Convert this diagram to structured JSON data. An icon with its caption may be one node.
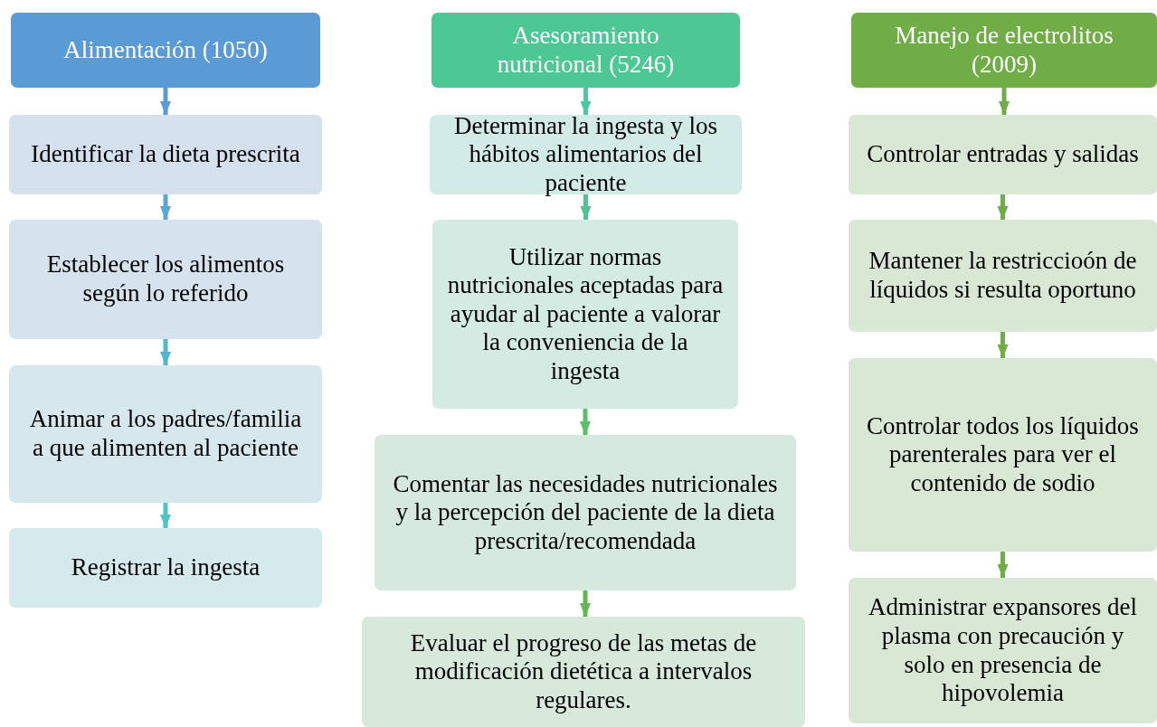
{
  "diagram": {
    "nodes": [
      {
        "text": [
          "Alimentación (1050)"
        ]
      },
      {
        "text": [
          "Identificar la dieta prescrita"
        ]
      },
      {
        "text": [
          "Establecer los alimentos según lo referido"
        ]
      },
      {
        "text": [
          "Animar a los padres/familia a que alimenten al paciente"
        ]
      },
      {
        "text": [
          "Registrar la ingesta"
        ]
      },
      {
        "text": [
          "Asesoramiento nutricional (5246)"
        ]
      },
      {
        "text": [
          "Determinar la ingesta y los hábitos alimentarios del paciente"
        ]
      },
      {
        "text": [
          "Utilizar normas nutricionales aceptadas para ayudar al paciente a valorar la conveniencia de la ingesta"
        ]
      },
      {
        "text": [
          "Comentar las necesidades nutricionales y la percepción del paciente de la dieta prescrita/recomendada"
        ]
      },
      {
        "text": [
          "Evaluar el progreso de las metas de modificación dietética a intervalos regulares."
        ]
      },
      {
        "text": [
          "Manejo de electrolitos (2009)"
        ]
      },
      {
        "text": [
          "Controlar entradas y salidas"
        ]
      },
      {
        "text": [
          "Mantener la restriccioón de líquidos si resulta oportuno"
        ]
      },
      {
        "text": [
          "Controlar todos los líquidos parenterales para ver el contenido de sodio"
        ]
      },
      {
        "text": [
          "Administrar expansores del plasma con precaución y solo en presencia de hipovolemia"
        ]
      }
    ],
    "edges": [
      {
        "from": 0,
        "to": 1,
        "arrow": "to",
        "color": "#5b9bd5"
      },
      {
        "from": 1,
        "to": 2,
        "arrow": "to",
        "color": "#55a9d4"
      },
      {
        "from": 2,
        "to": 3,
        "arrow": "to",
        "color": "#4fb7d0"
      },
      {
        "from": 3,
        "to": 4,
        "arrow": "to",
        "color": "#4bc5c8"
      },
      {
        "from": 5,
        "to": 6,
        "arrow": "to",
        "color": "#4bc9a4"
      },
      {
        "from": 6,
        "to": 7,
        "arrow": "to",
        "color": "#4ec590"
      },
      {
        "from": 7,
        "to": 8,
        "arrow": "to",
        "color": "#58bf6a"
      },
      {
        "from": 8,
        "to": 9,
        "arrow": "to",
        "color": "#64b652"
      },
      {
        "from": 10,
        "to": 11,
        "arrow": "to",
        "color": "#70ad47"
      },
      {
        "from": 11,
        "to": 12,
        "arrow": "to",
        "color": "#70ad47"
      },
      {
        "from": 12,
        "to": 13,
        "arrow": "to",
        "color": "#70ad47"
      },
      {
        "from": 13,
        "to": 14,
        "arrow": "to",
        "color": "#70ad47"
      }
    ]
  }
}
